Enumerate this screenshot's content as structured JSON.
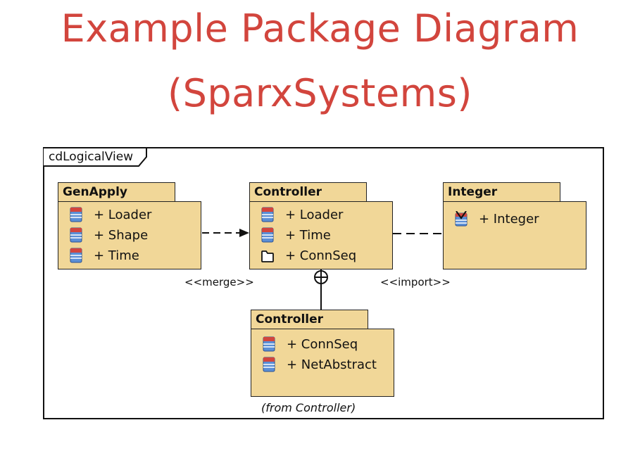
{
  "title": {
    "line1": "Example Package Diagram",
    "line2": "(SparxSystems)"
  },
  "frame": {
    "label": "cdLogicalView"
  },
  "packages": {
    "genapply": {
      "name": "GenApply",
      "items": [
        "+ Loader",
        "+ Shape",
        "+ Time"
      ]
    },
    "controller": {
      "name": "Controller",
      "items": [
        "+ Loader",
        "+ Time",
        "+ ConnSeq"
      ]
    },
    "integer": {
      "name": "Integer",
      "items": [
        "+ Integer"
      ]
    },
    "controller_nested": {
      "name": "Controller",
      "items": [
        "+ ConnSeq",
        "+ NetAbstract"
      ],
      "note": "(from Controller)"
    }
  },
  "relations": {
    "merge": "<<merge>>",
    "import": "<<import>>"
  },
  "colors": {
    "title": "#d2453d",
    "package_fill": "#f1d798",
    "class_icon_blue": "#5b8fd6",
    "class_icon_red": "#d2453d"
  },
  "icons": {
    "class": "class-icon",
    "package": "package-icon",
    "interface": "interface-class-icon"
  }
}
